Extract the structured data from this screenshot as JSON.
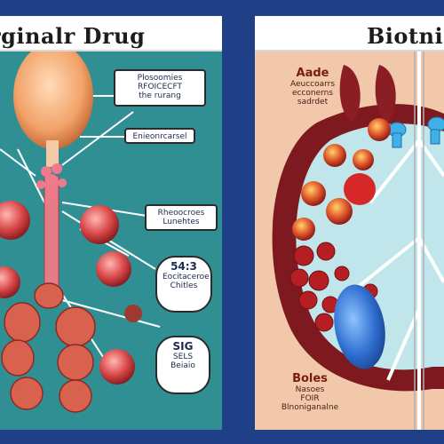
{
  "left": {
    "title": "rginalr Drug",
    "label_top": [
      "Plosoomies",
      "RFOICECFT",
      "the rurang"
    ],
    "label_small": "Enieonrcarsel",
    "label_mid": [
      "Rheoocroes",
      "Lunehtes"
    ],
    "bubble_1": [
      "54:3",
      "Eocitaceroe",
      "Chitles"
    ],
    "bubble_2": [
      "SIG",
      "SELS",
      "Beiaio"
    ]
  },
  "right": {
    "title": "Biotnio",
    "top_text": [
      "Aade",
      "Aeuccoarrs",
      "ecconerns",
      "sadrdet"
    ],
    "bottom_text": [
      "Boles",
      "Nasoes",
      "FOIR",
      "Blnoniganalne"
    ]
  },
  "colors": {
    "background": "#1f3f86",
    "left_panel": "#2f8f93",
    "right_panel": "#f1c9aa",
    "organ_red": "#d94b4b",
    "dark_red": "#7e1a1f"
  }
}
